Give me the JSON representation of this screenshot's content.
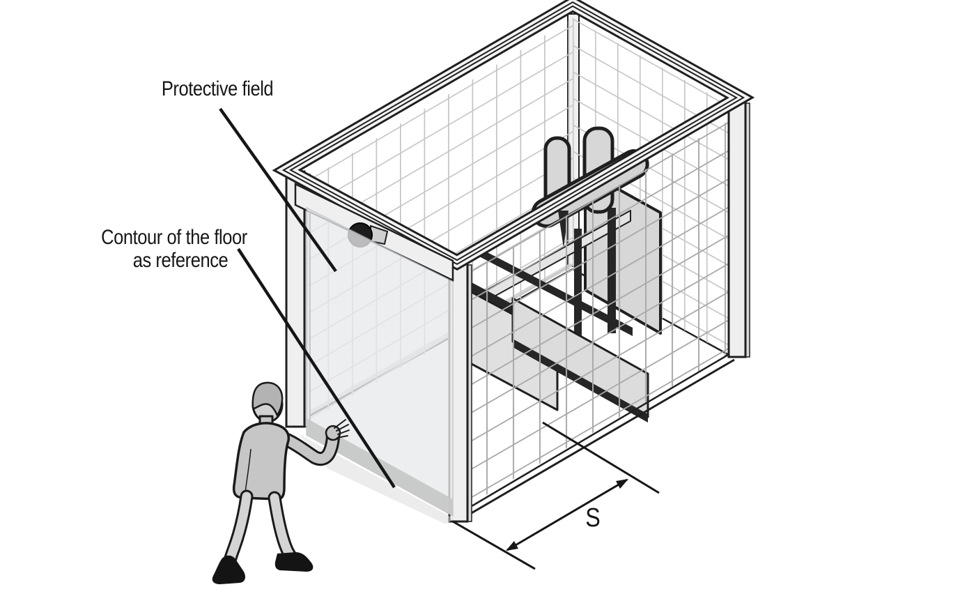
{
  "annotations": {
    "protective_field": "Protective field",
    "floor_contour_line1": "Contour of the floor",
    "floor_contour_line2": "as reference",
    "distance_label": "S"
  },
  "colors": {
    "background": "#ffffff",
    "outline": "#1f1f1f",
    "mesh_back": "#c5c5c5",
    "mesh_front": "#a9a9a9",
    "frame_fill": "#efefef",
    "frame_side": "#dadada",
    "panel_fill": "#e9eaec",
    "floor_strip": "#c7c7c7",
    "machine_fill": "#d7d7d7",
    "machine_dark": "#262626",
    "figure_jacket": "#c6c6c7",
    "figure_pants": "#d4d4d5",
    "figure_shoes": "#141414",
    "sensor": "#1c1c1c"
  }
}
